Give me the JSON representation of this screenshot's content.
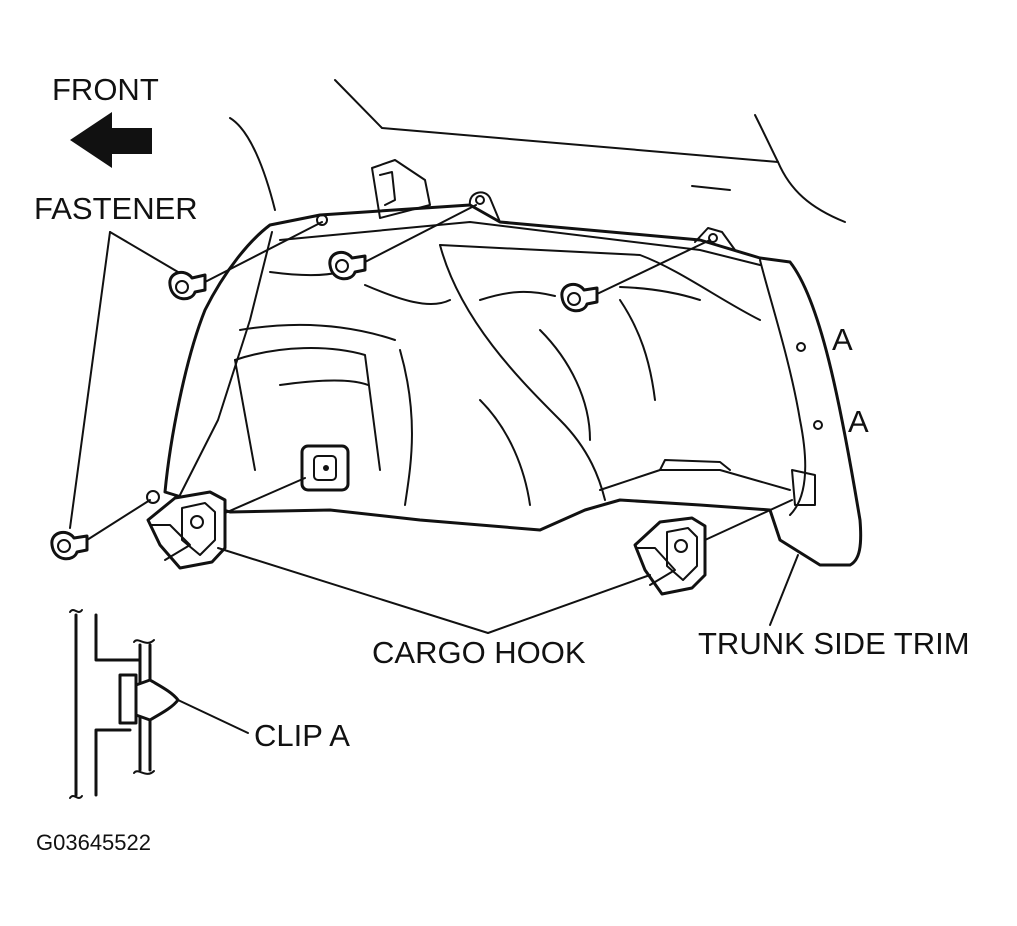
{
  "labels": {
    "front": "FRONT",
    "fastener": "FASTENER",
    "clip_a_marker_1": "A",
    "clip_a_marker_2": "A",
    "cargo_hook": "CARGO HOOK",
    "trunk_side_trim": "TRUNK SIDE TRIM",
    "clip_a": "CLIP A",
    "figure_id": "G03645522"
  },
  "icons": {
    "front_arrow": "left-arrow-icon"
  }
}
